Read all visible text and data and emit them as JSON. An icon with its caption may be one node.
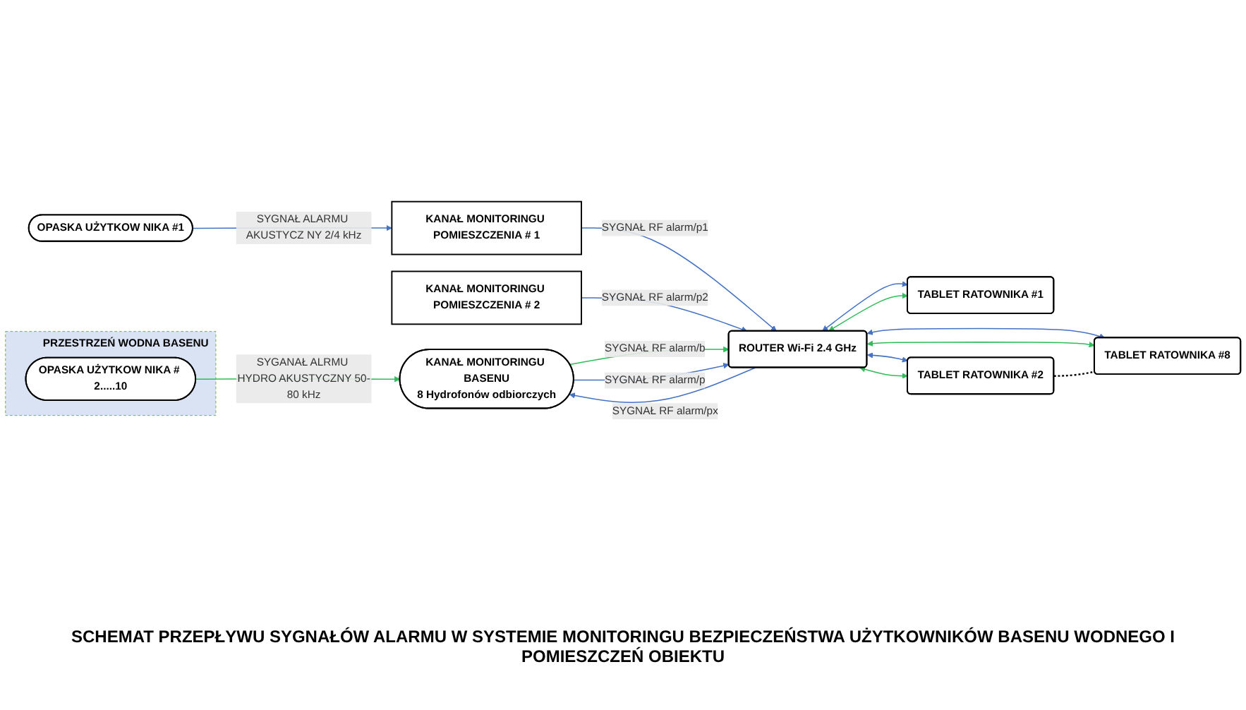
{
  "diagram": {
    "caption": "SCHEMAT PRZEPŁYWU SYGNAŁÓW ALARMU W SYSTEMIE MONITORINGU BEZPIECZEŃSTWA UŻYTKOWNIKÓW BASENU WODNEGO I POMIESZCZEŃ OBIEKTU",
    "nodes": [
      {
        "text": [
          "OPASKA UŻYTKOW NIKA #1"
        ]
      },
      {
        "text": [
          "KANAŁ MONITORINGU POMIESZCZENIA # 1"
        ]
      },
      {
        "text": [
          "KANAŁ MONITORINGU POMIESZCZENIA # 2"
        ]
      },
      {
        "text": [
          "ROUTER Wi-Fi 2.4 GHz"
        ]
      },
      {
        "text": [
          "TABLET RATOWNIKA #1"
        ]
      },
      {
        "text": [
          "TABLET RATOWNIKA #2"
        ]
      },
      {
        "text": [
          "TABLET RATOWNIKA #8"
        ]
      },
      {
        "text": [
          "PRZESTRZEŃ WODNA BASENU"
        ]
      },
      {
        "text": [
          "OPASKA UŻYTKOW NIKA # 2.....10"
        ],
        "in": 7
      },
      {
        "text": [
          "KANAŁ MONITORINGU BASENU",
          "8 Hydrofonów odbiorczych"
        ]
      }
    ],
    "edges": [
      {
        "from": 0,
        "to": 1,
        "arrow": "to",
        "label": "SYGNAŁ ALARMU AKUSTYCZ NY 2/4 kHz"
      },
      {
        "from": 1,
        "to": 3,
        "arrow": "to",
        "label": "SYGNAŁ RF alarm/p1"
      },
      {
        "from": 2,
        "to": 3,
        "arrow": "to",
        "label": "SYGNAŁ RF alarm/p2"
      },
      {
        "from": 8,
        "to": 9,
        "arrow": "to",
        "label": "SYGANAŁ ALRMU HYDRO AKUSTYCZNY 50-80 kHz",
        "color": "#2ebd59"
      },
      {
        "from": 3,
        "to": 9,
        "arrow": "to",
        "label": "SYGNAŁ RF alarm/px"
      },
      {
        "from": 9,
        "to": 3,
        "arrow": "to",
        "label": "SYGNAŁ RF alarm/b",
        "color": "#2ebd59"
      },
      {
        "from": 9,
        "to": 3,
        "arrow": "to",
        "label": "SYGNAŁ RF alarm/p"
      },
      {
        "from": 3,
        "to": 4,
        "arrow": "both"
      },
      {
        "from": 3,
        "to": 4,
        "arrow": "both",
        "color": "#2ebd59"
      },
      {
        "from": 3,
        "to": 5,
        "arrow": "both"
      },
      {
        "from": 3,
        "to": 5,
        "arrow": "both",
        "color": "#2ebd59"
      },
      {
        "from": 3,
        "to": 6,
        "arrow": "both"
      },
      {
        "from": 3,
        "to": 6,
        "arrow": "both",
        "color": "#2ebd59"
      },
      {
        "from": 5,
        "to": 6,
        "arrow": "none",
        "style": "dashed",
        "color": "#000000"
      }
    ]
  }
}
